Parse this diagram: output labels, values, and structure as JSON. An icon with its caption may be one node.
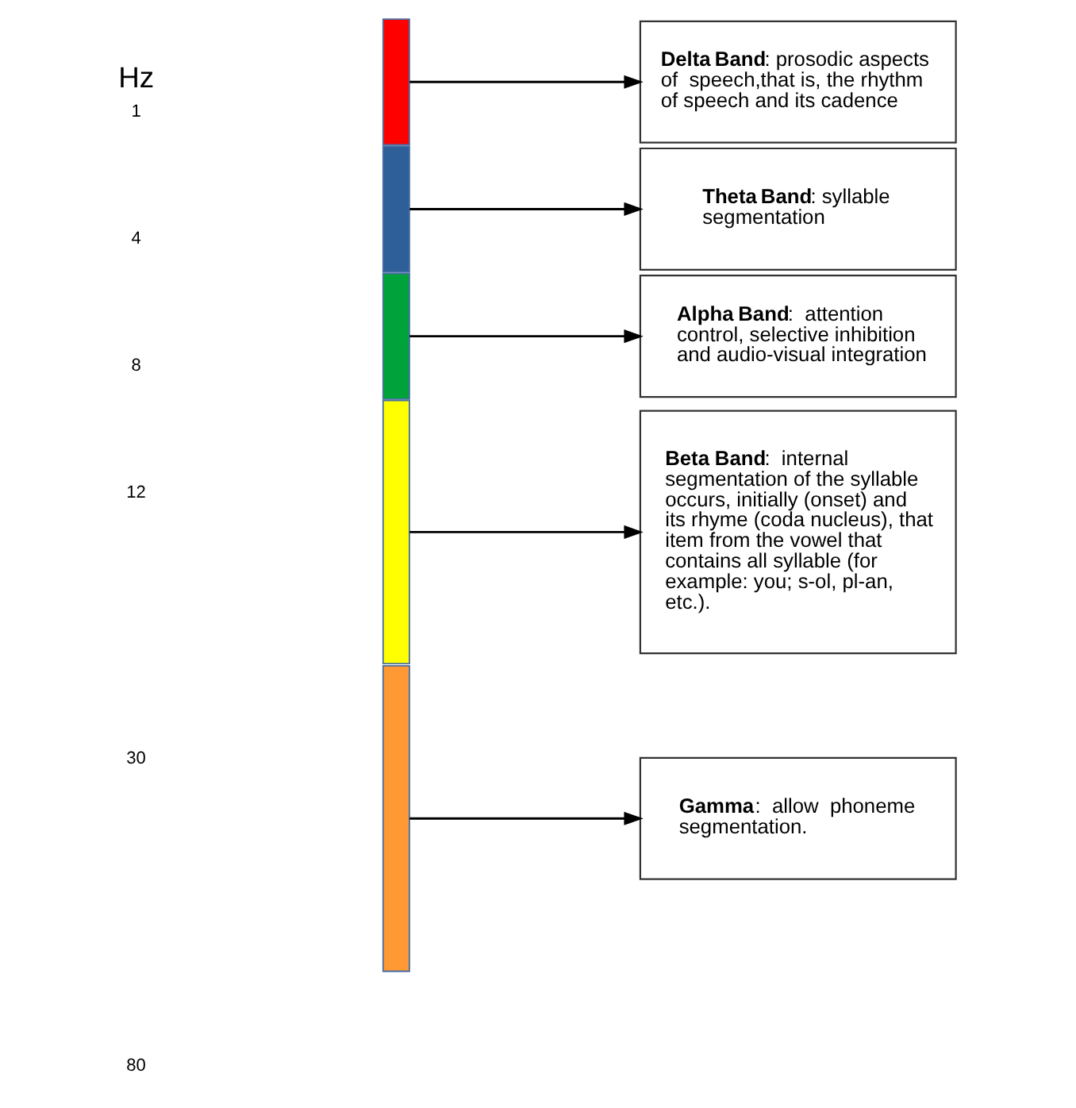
{
  "diagram": {
    "nodes": [
      {
        "text": [],
        "shape": "bar"
      },
      {
        "text": [],
        "shape": "bar"
      },
      {
        "text": [],
        "shape": "bar"
      },
      {
        "text": [],
        "shape": "bar"
      },
      {
        "text": [],
        "shape": "bar"
      },
      {
        "text": [
          "**Delta Band**: prosodic aspects  of  speech,that is, the rhythm of speech and its cadence"
        ]
      },
      {
        "text": [
          "**Theta Band**: syllable segmentation"
        ]
      },
      {
        "text": [
          "**Alpha Band**:  attention control, selective inhibition and audio-visual integration"
        ]
      },
      {
        "text": [
          "**Beta Band**:  internal segmentation of the syllable occurs, initially (onset) and its rhyme (coda nucleus), that item from the vowel that contains all syllable (for example: you; s-ol, pl-an, etc.)."
        ]
      },
      {
        "text": [
          "**Gamma**:  allow  phoneme segmentation."
        ]
      }
    ],
    "edges": [
      {
        "from": 0,
        "to": 5,
        "arrow": "to"
      },
      {
        "from": 1,
        "to": 6,
        "arrow": "to"
      },
      {
        "from": 2,
        "to": 7,
        "arrow": "to"
      },
      {
        "from": 3,
        "to": 8,
        "arrow": "to"
      },
      {
        "from": 4,
        "to": 9,
        "arrow": "to"
      }
    ],
    "labels": [
      "Hz",
      "1",
      "4",
      "8",
      "12",
      "30",
      "80"
    ]
  }
}
